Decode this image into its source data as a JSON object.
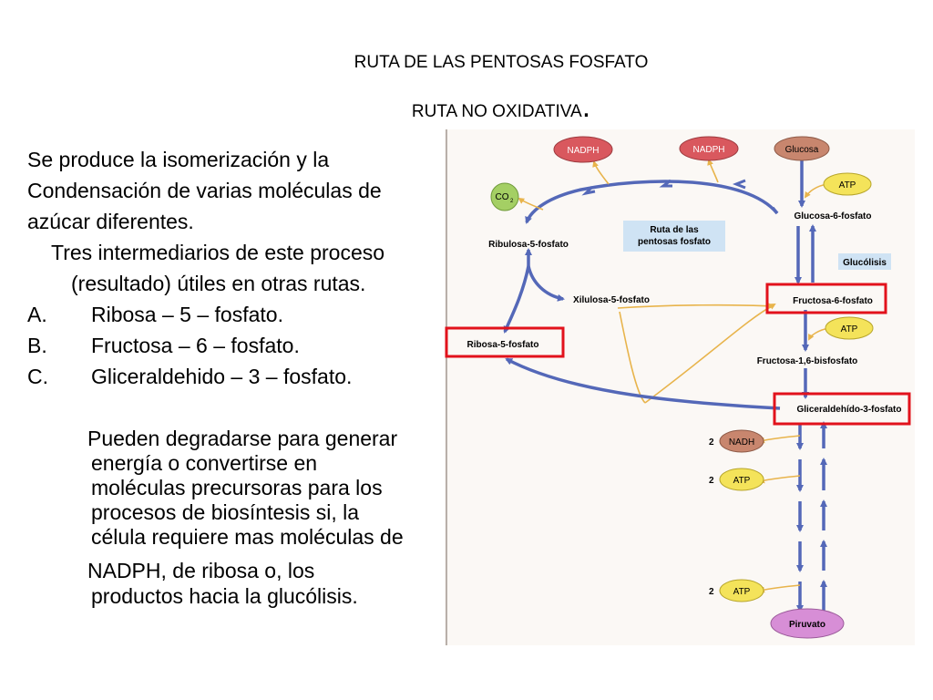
{
  "slide": {
    "title_line1": "RUTA DE LAS PENTOSAS FOSFATO",
    "title_line2": "RUTA NO OXIDATIVA",
    "title_line2_dot": "."
  },
  "body": {
    "para1_lines": [
      "Se produce la isomerización y la",
      "Condensación de varias moléculas de",
      "azúcar diferentes."
    ],
    "para2_lines": [
      "Tres intermediarios de este proceso",
      "(resultado) útiles en otras rutas."
    ],
    "list": [
      {
        "letter": "A.",
        "text": "Ribosa – 5 – fosfato."
      },
      {
        "letter": "B.",
        "text": "Fructosa – 6 – fosfato."
      },
      {
        "letter": "C.",
        "text": "Gliceraldehido – 3 – fosfato."
      }
    ],
    "para3_lines": [
      "Pueden degradarse para generar",
      "energía o convertirse en",
      "moléculas precursoras para los",
      "procesos de biosíntesis si, la",
      "célula requiere mas moléculas de"
    ],
    "para4_lines": [
      "NADPH, de ribosa o, los",
      "productos hacia la glucólisis."
    ]
  },
  "diagram": {
    "nodes": {
      "nadph_1": "NADPH",
      "nadph_2": "NADPH",
      "glucosa": "Glucosa",
      "co2_main": "CO",
      "co2_sub": "2",
      "atp_top": "ATP",
      "glucosa6": "Glucosa-6-fosfato",
      "ruta_label_1": "Ruta de las",
      "ruta_label_2": "pentosas fosfato",
      "ribulosa5": "Ribulosa-5-fosfato",
      "glucolisis": "Glucólisis",
      "xilulosa5": "Xilulosa-5-fosfato",
      "fructosa6": "Fructosa-6-fosfato",
      "ribosa5": "Ribosa-5-fosfato",
      "atp_mid": "ATP",
      "fructosa16": "Fructosa-1,6-bisfosfato",
      "gliceraldehido3": "Gliceraldehído-3-fosfato",
      "nadh": "NADH",
      "nadh_count": "2",
      "atp_low1": "ATP",
      "atp_low1_count": "2",
      "atp_low2": "ATP",
      "atp_low2_count": "2",
      "piruvato": "Piruvato"
    },
    "colors": {
      "arrow_blue": "#5468b8",
      "arrow_yellow": "#e8b44c",
      "nadph_fill": "#d9585e",
      "glucosa_fill": "#c8866e",
      "co2_fill": "#a4cf64",
      "atp_fill": "#f4e35a",
      "nadh_fill": "#c8866e",
      "piruvato_fill": "#d78ed6",
      "label_box": "#cfe3f4",
      "highlight_red": "#e2121c"
    }
  }
}
